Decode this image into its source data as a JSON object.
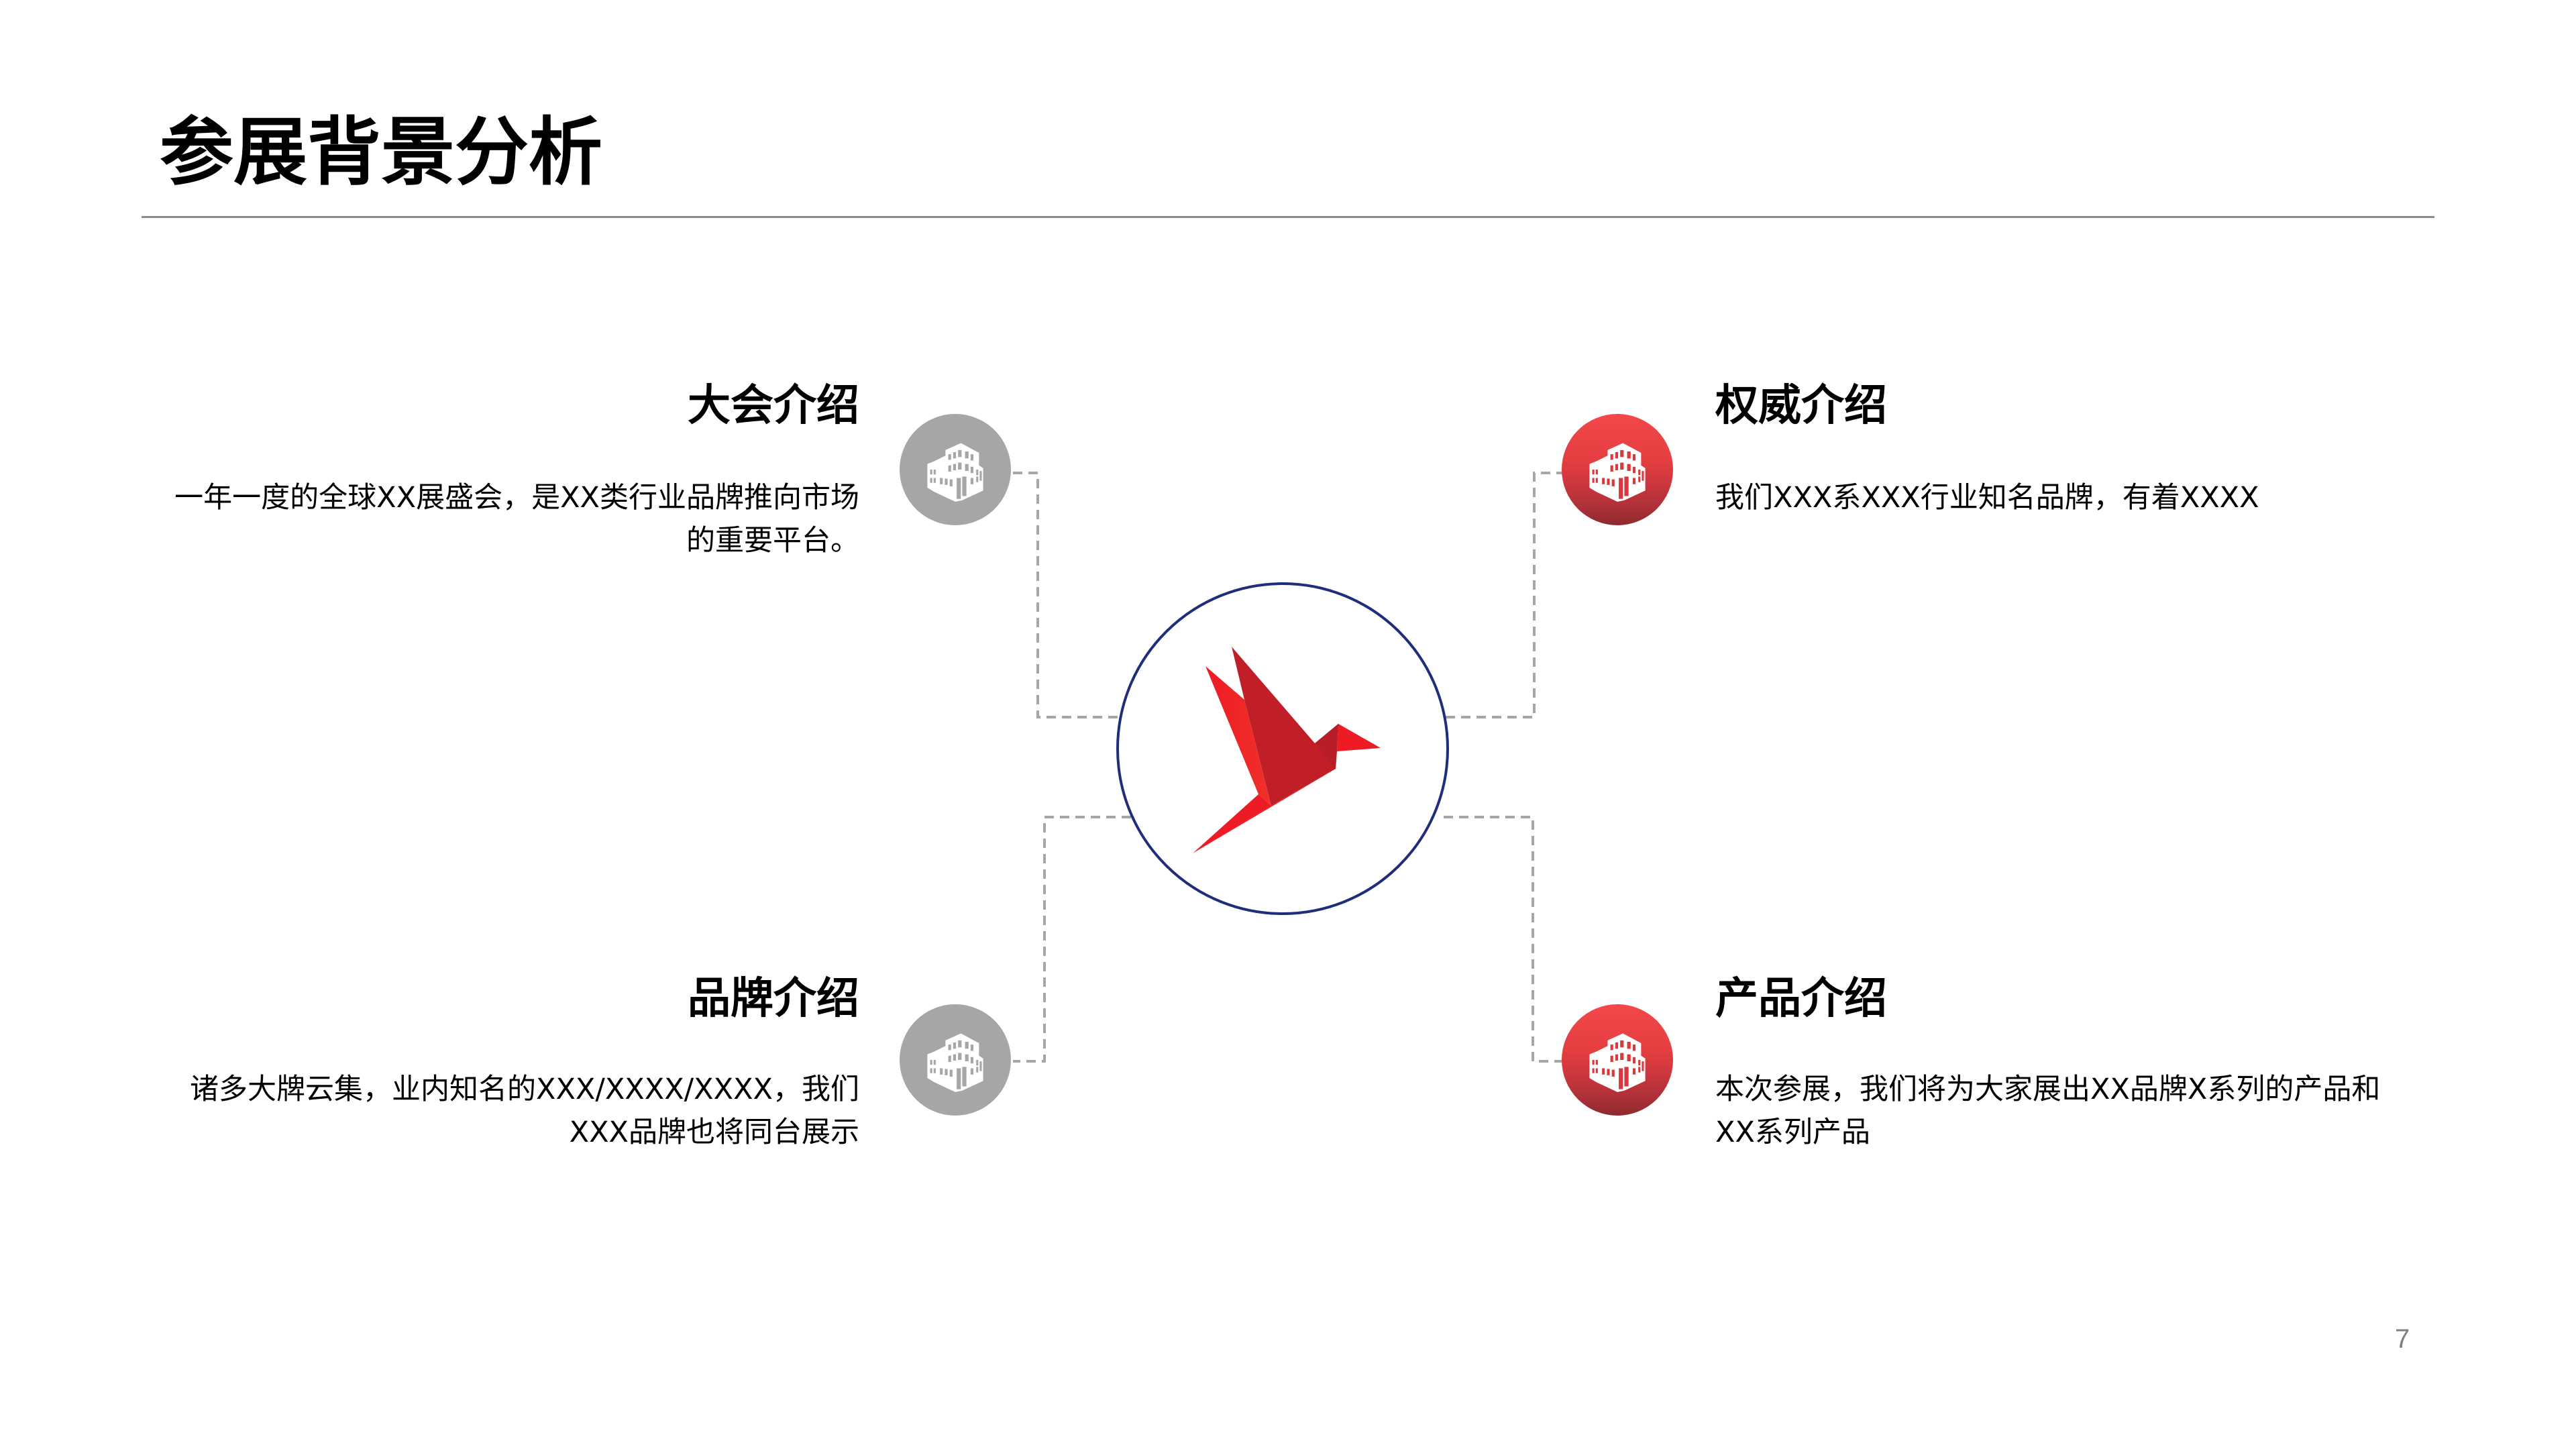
{
  "slide": {
    "title": "参展背景分析",
    "page_number": "7",
    "center_logo": "origami-bird-icon",
    "colors": {
      "title_text": "#000000",
      "rule": "#8a8a8a",
      "connector_dash": "#a6a6a6",
      "center_circle_stroke": "#1f2d7b",
      "icon_gray": "#a6a6a6",
      "icon_red_top": "#f4474a",
      "icon_red_bottom": "#8e2a2e",
      "bird_red": "#ed1c24",
      "bird_dark_red": "#b81e27",
      "page_number": "#7f7f7f"
    },
    "sections": [
      {
        "id": "conference",
        "heading": "大会介绍",
        "lines": [
          "一年一度的全球XX展盛会，是XX类行业品牌推向市场",
          "的重要平台。"
        ],
        "icon": "building-icon",
        "icon_style": "gray",
        "position": "top-left"
      },
      {
        "id": "authority",
        "heading": "权威介绍",
        "lines": [
          "我们XXX系XXX行业知名品牌，有着XXXX"
        ],
        "icon": "building-icon",
        "icon_style": "red",
        "position": "top-right"
      },
      {
        "id": "brand",
        "heading": "品牌介绍",
        "lines": [
          "诸多大牌云集，业内知名的XXX/XXXX/XXXX，我们",
          "XXX品牌也将同台展示"
        ],
        "icon": "building-icon",
        "icon_style": "gray",
        "position": "bottom-left"
      },
      {
        "id": "product",
        "heading": "产品介绍",
        "lines": [
          "本次参展，我们将为大家展出XX品牌X系列的产品和",
          "XX系列产品"
        ],
        "icon": "building-icon",
        "icon_style": "red",
        "position": "bottom-right"
      }
    ]
  }
}
